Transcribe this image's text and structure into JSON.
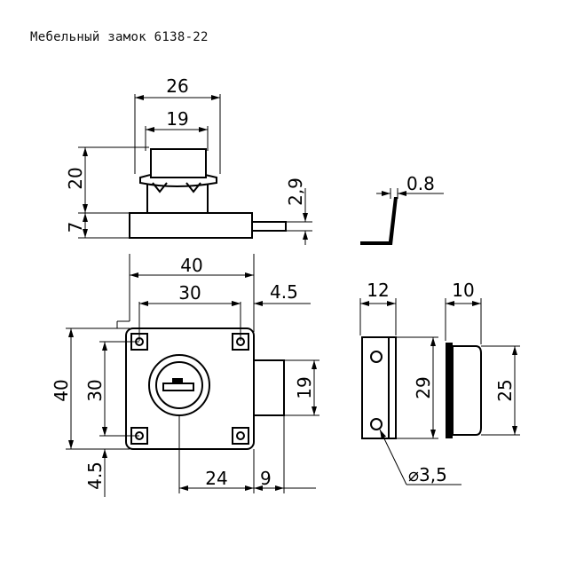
{
  "title": "Мебельный замок 6138-22",
  "dims": {
    "top_width": "26",
    "cylinder_width": "19",
    "top_height": "20",
    "plate_thickness": "7",
    "bolt_thickness": "2,9",
    "plate_gauge": "0.8",
    "body_width": "40",
    "hole_span_x": "30",
    "offset_right": "4.5",
    "body_height": "40",
    "hole_span_y": "30",
    "bolt_height": "19",
    "offset_bottom": "4.5",
    "key_to_edge": "24",
    "bolt_throw": "9",
    "side_width": "12",
    "side_height": "29",
    "hole_diameter": "⌀3,5",
    "strike_width": "10",
    "strike_height": "25"
  }
}
